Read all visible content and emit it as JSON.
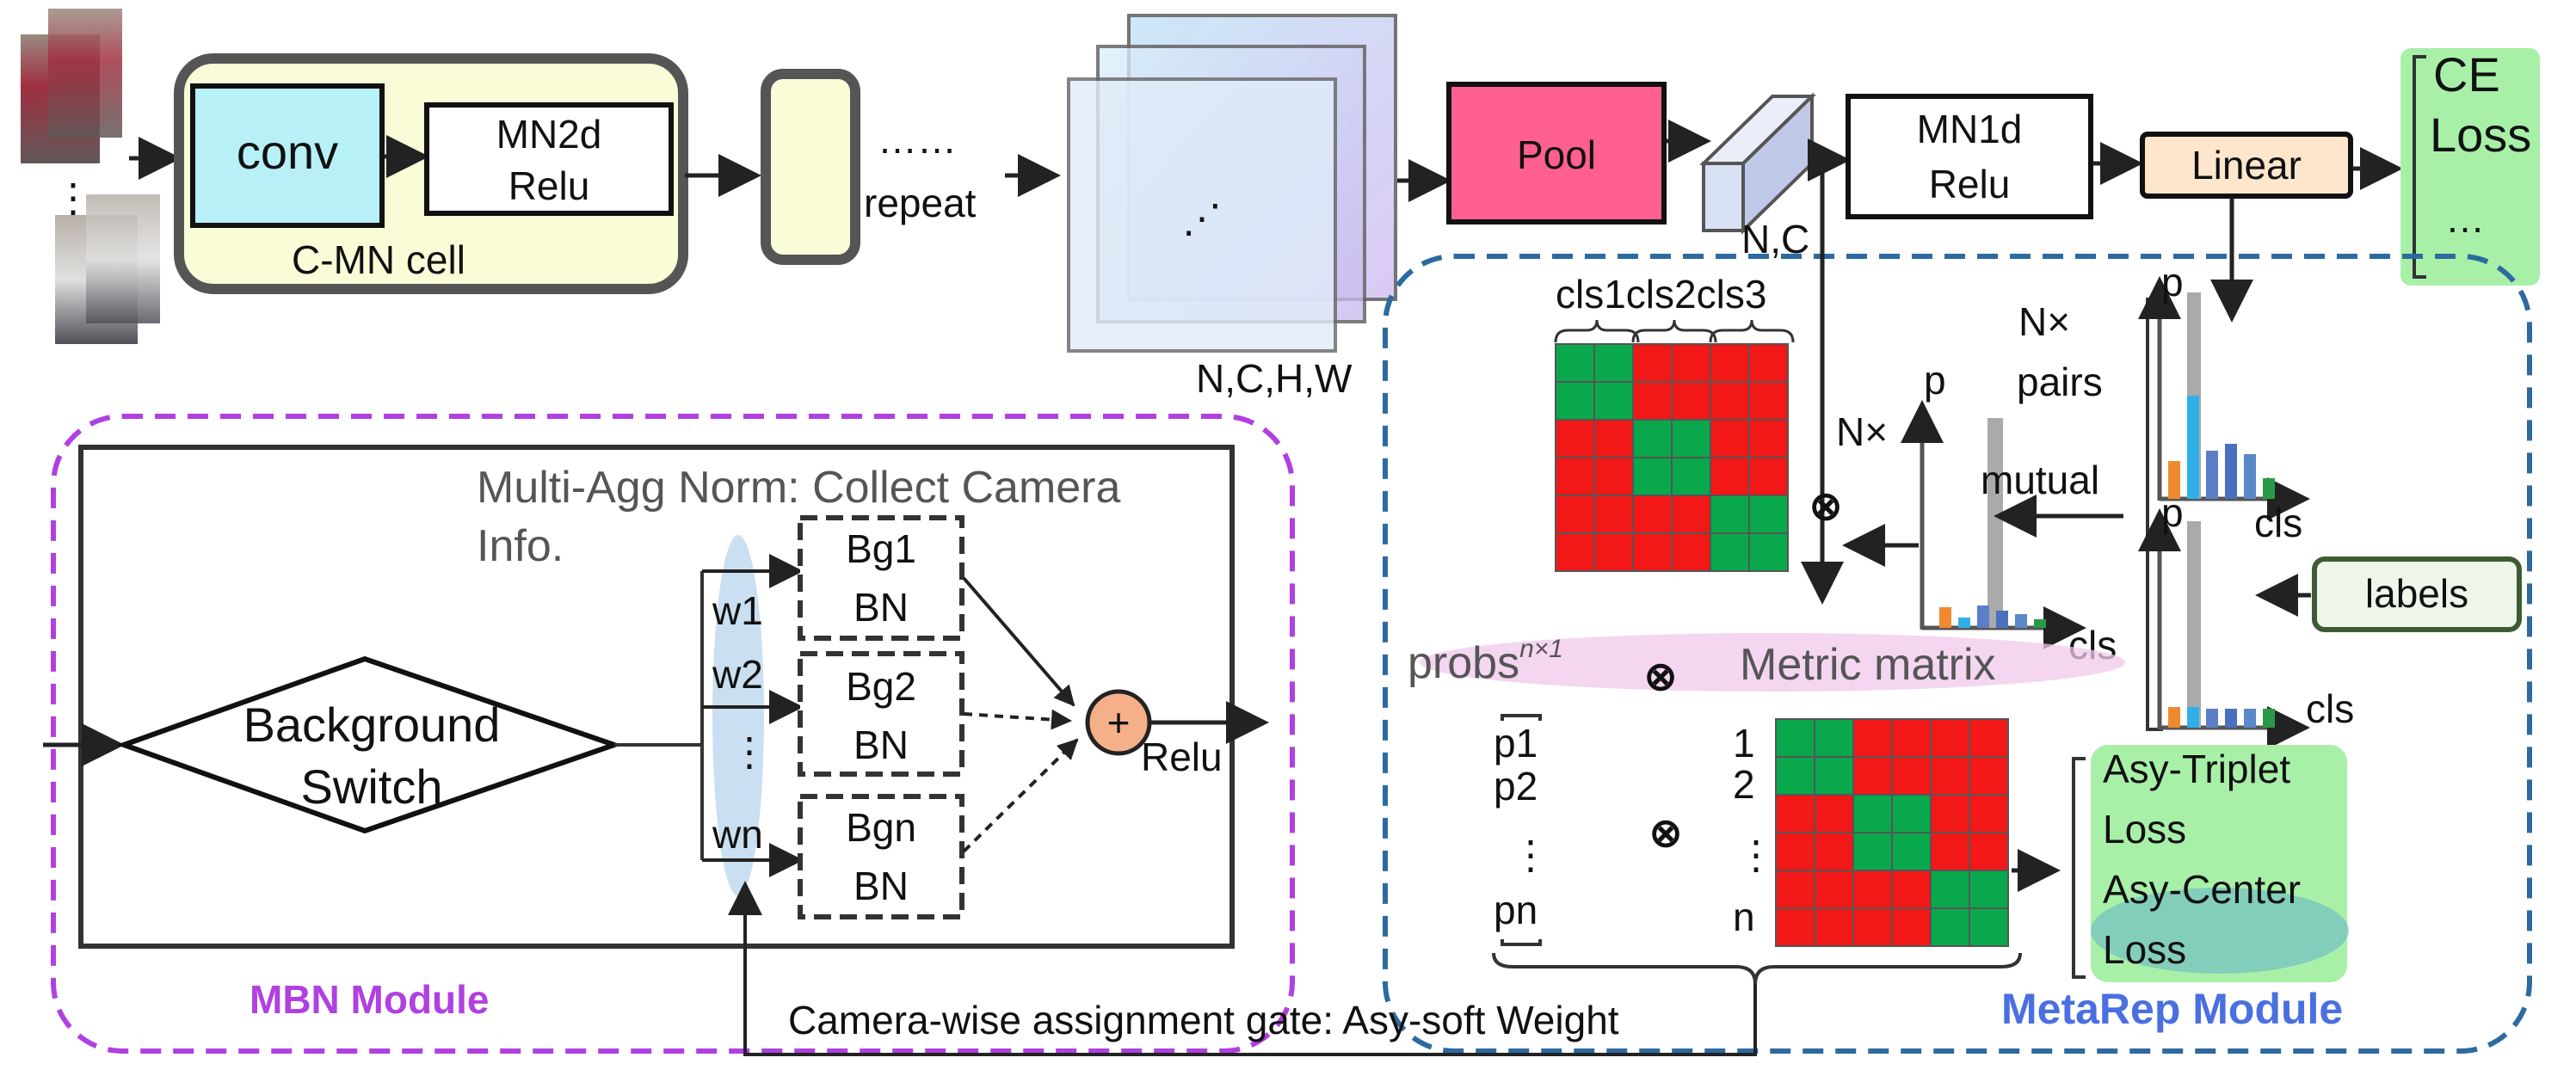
{
  "top_pipeline": {
    "conv_label": "conv",
    "mn2d_line1": "MN2d",
    "mn2d_line2": "Relu",
    "cell_label": "C-MN cell",
    "repeat_dots": "……",
    "repeat_label": "repeat",
    "feature_dots": "⋰",
    "feature_dims": "N,C,H,W",
    "pool_label": "Pool",
    "nc_label": "N,C",
    "mn1d_line1": "MN1d",
    "mn1d_line2": "Relu",
    "linear_label": "Linear",
    "ce_line1": "CE",
    "ce_line2": "Loss",
    "ce_dots": "…",
    "input_dots": "⋮"
  },
  "mbn_module": {
    "title": "MBN Module",
    "caption_line1": "Multi-Agg Norm: Collect Camera",
    "caption_line2": "Info.",
    "switch_line1": "Background",
    "switch_line2": "Switch",
    "weights": [
      "w1",
      "w2",
      "⋮",
      "wn"
    ],
    "branches": [
      {
        "top": "Bg1",
        "bottom": "BN"
      },
      {
        "top": "Bg2",
        "bottom": "BN"
      },
      {
        "top": "Bgn",
        "bottom": "BN"
      }
    ],
    "sum_symbol": "+",
    "relu_label": "Relu"
  },
  "metarep_module": {
    "title": "MetaRep Module",
    "cls_headers": "cls1cls2cls3",
    "n_times_1": "N×",
    "n_times_2": "N×",
    "pairs_label": "pairs",
    "mutual_label": "mutual",
    "p_axis": "p",
    "cls_axis": "cls",
    "otimes": "⊗",
    "probs_label": "probs",
    "probs_sup": "n×1",
    "metric_label": "Metric matrix",
    "p_list": [
      "p1",
      "p2",
      "⋮",
      "pn"
    ],
    "row_list": [
      "1",
      "2",
      "⋮",
      "n"
    ],
    "labels_box": "labels",
    "loss_lines": [
      "Asy-Triplet",
      "Loss",
      "Asy-Center",
      "Loss"
    ]
  },
  "gate_caption": "Camera-wise assignment gate: Asy-soft Weight",
  "colors": {
    "conv_fill": "#b8f0f8",
    "cell_fill": "#fafcd8",
    "pool_fill": "#ff6090",
    "linear_fill": "#fde6cc",
    "loss_fill": "#a8f0a8",
    "matrix_green": "#0aa84c",
    "matrix_red": "#f21818",
    "mbn_border": "#b040e0",
    "metarep_border": "#2c6aa0",
    "sum_fill": "#f5b08a"
  },
  "histograms": {
    "colors": [
      "#f08a30",
      "#30b0e8",
      "#5a7ec8",
      "#4a70c0",
      "#5a88c8",
      "#2a9a48"
    ],
    "hist_top": [
      0.22,
      0.6,
      0.28,
      0.32,
      0.26,
      0.12
    ],
    "hist_mid": [
      0.12,
      0.06,
      0.13,
      0.1,
      0.08,
      0.05
    ],
    "hist_bot": [
      0.12,
      0.12,
      0.11,
      0.11,
      0.11,
      0.11
    ]
  }
}
